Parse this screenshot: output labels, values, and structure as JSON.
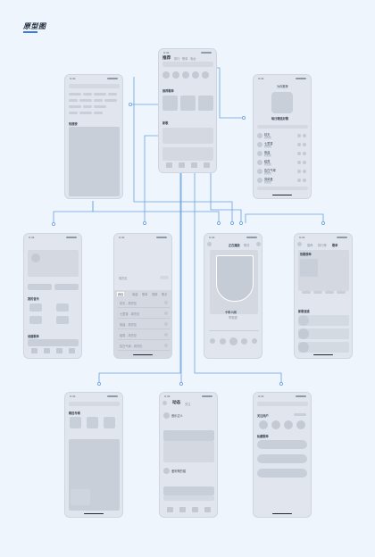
{
  "title": "原型图",
  "status_time": "9:41",
  "discover": {
    "tabs": [
      "推荐",
      "排行",
      "歌单",
      "电台"
    ],
    "section_playlist": "推荐歌单",
    "section_new": "新歌"
  },
  "search": {
    "history_label": "热搜榜"
  },
  "daily": {
    "header": "为你推荐",
    "title": "每日精选好歌",
    "songs": [
      {
        "name": "晴天",
        "artist": "周杰伦"
      },
      {
        "name": "七里香",
        "artist": "周杰伦"
      },
      {
        "name": "夜曲",
        "artist": "周杰伦"
      },
      {
        "name": "稻香",
        "artist": "周杰伦"
      },
      {
        "name": "告白气球",
        "artist": "周杰伦"
      },
      {
        "name": "简单爱",
        "artist": "周杰伦"
      }
    ]
  },
  "mine": {
    "section_recent": "我的音乐",
    "section_created": "创建歌单"
  },
  "search_result": {
    "query": "周杰伦",
    "tabs": [
      "综合",
      "单曲",
      "歌单",
      "视频",
      "歌手"
    ],
    "rows": [
      "晴天 - 周杰伦",
      "七里香 - 周杰伦",
      "夜曲 - 周杰伦",
      "稻香 - 周杰伦",
      "告白气球 - 周杰伦"
    ]
  },
  "player": {
    "tabs": [
      "正在播放",
      "歌词"
    ],
    "song": "十年人间",
    "artist": "李常超"
  },
  "rank": {
    "tabs": [
      "推荐",
      "排行榜",
      "歌单"
    ],
    "section_top": "热歌榜单",
    "section_new": "新歌速递"
  },
  "artist": {
    "section_label": "精选专辑"
  },
  "feed": {
    "title": "动态",
    "tab": "关注",
    "user1": "音乐达人",
    "user2": "爱听歌的猫"
  },
  "user": {
    "section_follow": "关注用户",
    "section_fans": "私藏歌单"
  }
}
